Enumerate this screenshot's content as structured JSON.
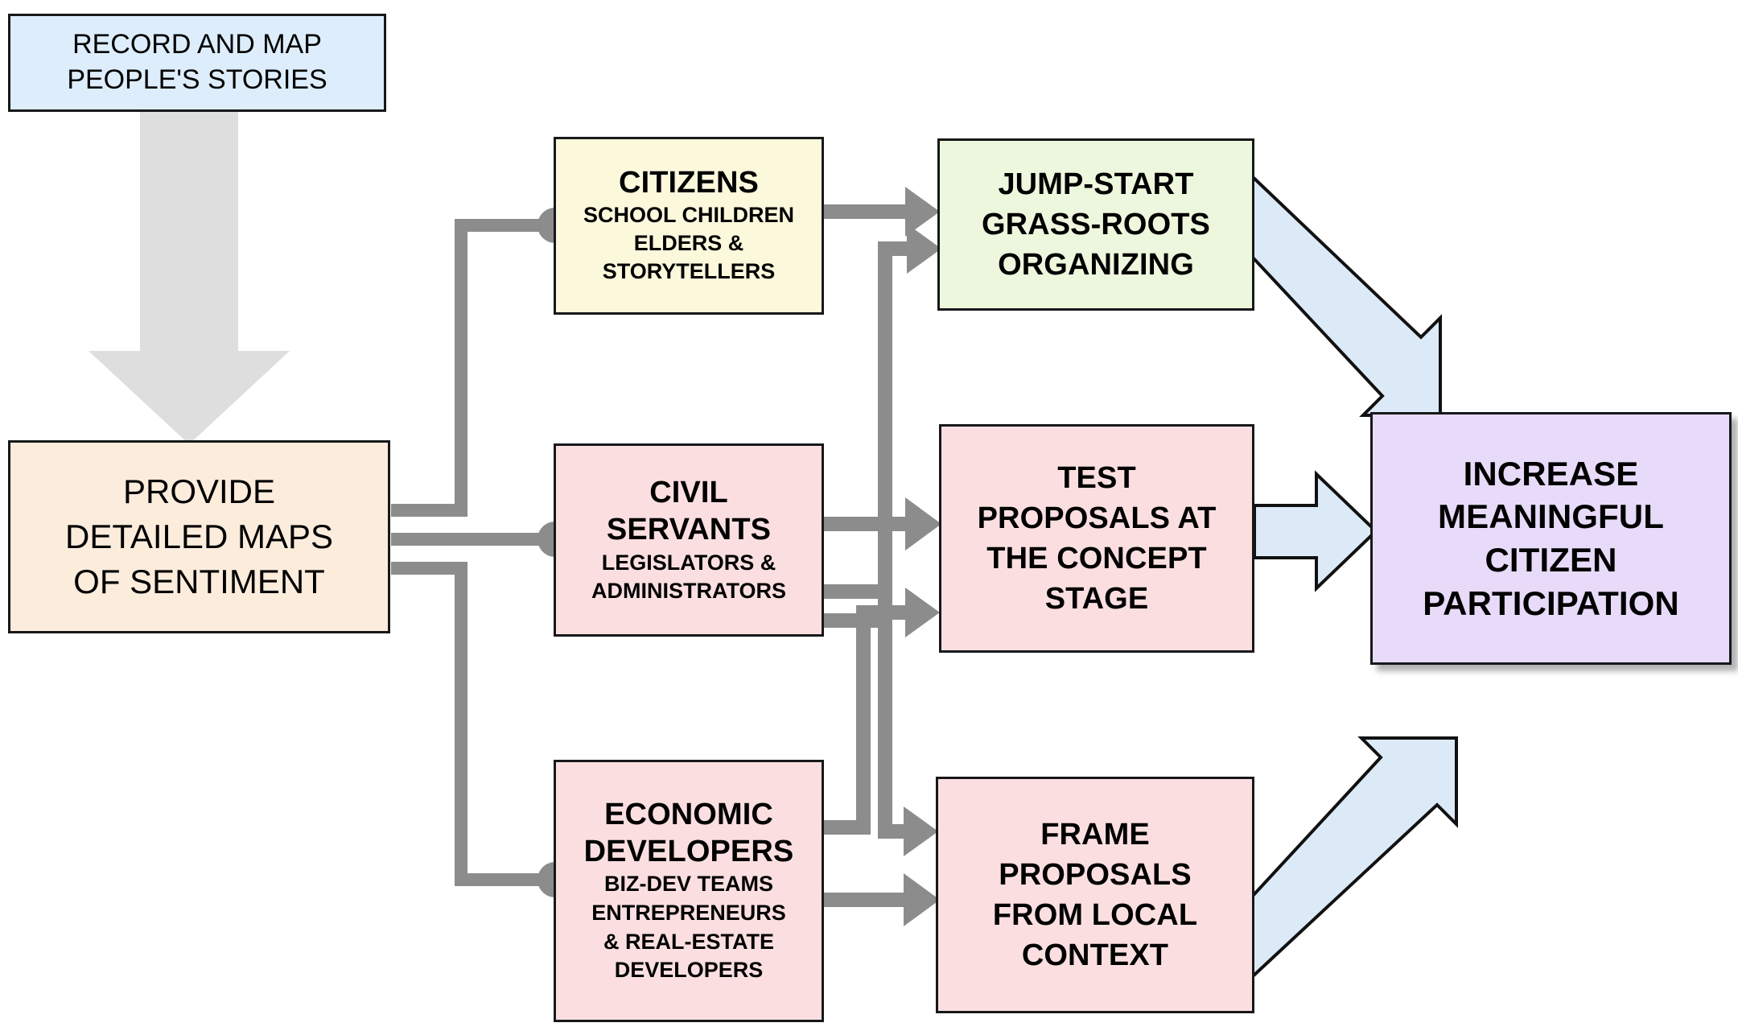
{
  "diagram": {
    "title": "Citizen participation process flow",
    "colors": {
      "blue_box": "#ddedfb",
      "orange_box": "#fcecdc",
      "cream_box": "#fbf8dc",
      "pink_box": "#fbdfe0",
      "green_box": "#edf7dd",
      "purple_box": "#e7dbf9",
      "gray_connector": "#8c8c8c",
      "gray_arrow": "#dedede",
      "blue_arrow": "#dceaf8",
      "border": "#17181a"
    },
    "nodes": {
      "record": {
        "lines": [
          "RECORD AND MAP",
          "PEOPLE'S STORIES"
        ]
      },
      "provide": {
        "lines": [
          "PROVIDE",
          "DETAILED MAPS",
          "OF SENTIMENT"
        ]
      },
      "citizens": {
        "title": "CITIZENS",
        "subtitle_lines": [
          "SCHOOL CHILDREN",
          "ELDERS &",
          "STORYTELLERS"
        ]
      },
      "civil_servants": {
        "title_lines": [
          "CIVIL",
          "SERVANTS"
        ],
        "subtitle_lines": [
          "LEGISLATORS &",
          "ADMINISTRATORS"
        ]
      },
      "economic_developers": {
        "title_lines": [
          "ECONOMIC",
          "DEVELOPERS"
        ],
        "subtitle_lines": [
          "BIZ-DEV TEAMS",
          "ENTREPRENEURS",
          "& REAL-ESTATE",
          "DEVELOPERS"
        ]
      },
      "jump_start": {
        "lines": [
          "JUMP-START",
          "GRASS-ROOTS",
          "ORGANIZING"
        ]
      },
      "test_proposals": {
        "lines": [
          "TEST",
          "PROPOSALS AT",
          "THE CONCEPT",
          "STAGE"
        ]
      },
      "frame_proposals": {
        "lines": [
          "FRAME",
          "PROPOSALS",
          "FROM LOCAL",
          "CONTEXT"
        ]
      },
      "increase_participation": {
        "lines": [
          "INCREASE",
          "MEANINGFUL",
          "CITIZEN",
          "PARTICIPATION"
        ]
      }
    },
    "connectors": [
      {
        "name": "record-to-provide",
        "style": "thick-gray-block-arrow",
        "direction": "down"
      },
      {
        "name": "provide-to-citizens",
        "style": "gray-elbow-ball",
        "direction": "up-right"
      },
      {
        "name": "provide-to-civil-servants",
        "style": "gray-straight-ball",
        "direction": "right"
      },
      {
        "name": "provide-to-economic-developers",
        "style": "gray-elbow-ball",
        "direction": "down-right"
      },
      {
        "name": "citizens-to-jump-start",
        "style": "gray-arrow",
        "direction": "right"
      },
      {
        "name": "civil-servants-to-jump-start",
        "style": "gray-elbow-arrow",
        "direction": "up-right"
      },
      {
        "name": "civil-servants-to-test-proposals",
        "style": "gray-arrow",
        "direction": "right"
      },
      {
        "name": "civil-servants-to-frame-proposals",
        "style": "gray-elbow-arrow",
        "direction": "down-right"
      },
      {
        "name": "economic-developers-to-test-proposals",
        "style": "gray-elbow-arrow",
        "direction": "up-right"
      },
      {
        "name": "economic-developers-to-frame-proposals",
        "style": "gray-arrow",
        "direction": "right"
      },
      {
        "name": "jump-start-to-increase",
        "style": "blue-block-arrow",
        "direction": "down-right"
      },
      {
        "name": "test-proposals-to-increase",
        "style": "blue-block-arrow",
        "direction": "right"
      },
      {
        "name": "frame-proposals-to-increase",
        "style": "blue-block-arrow",
        "direction": "up-right"
      }
    ]
  }
}
